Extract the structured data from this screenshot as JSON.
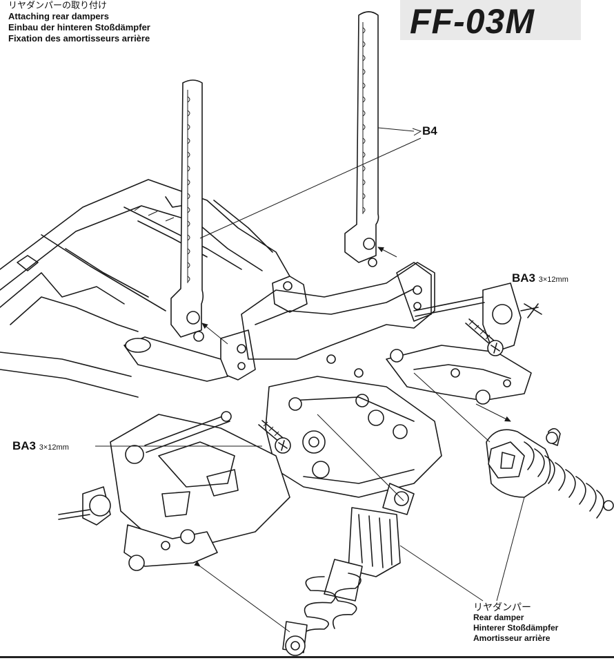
{
  "step_title_jp": "リヤダンパーの取り付け",
  "step_title_en": "Attaching rear dampers",
  "step_title_de": "Einbau der hinteren Stoßdämpfer",
  "step_title_fr": "Fixation des amortisseurs arrière",
  "model_name": "FF-03M",
  "callouts": {
    "stay": "B4",
    "screw_name": "BA3",
    "screw_size": "3×12mm"
  },
  "damper_label": {
    "jp": "リヤダンパー",
    "en": "Rear damper",
    "de": "Hinterer Stoßdämpfer",
    "fr": "Amortisseur arrière"
  }
}
